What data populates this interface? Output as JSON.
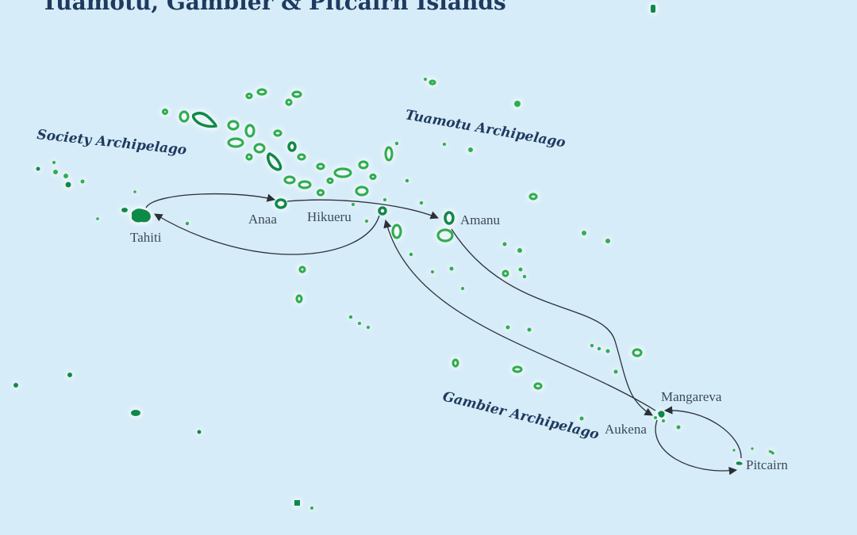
{
  "map": {
    "title": "Tuamotu, Gambier & Pitcairn Islands",
    "regions": {
      "society": "Society Archipelago",
      "tuamotu": "Tuamotu Archipelago",
      "gambier": "Gambier Archipelago"
    },
    "places": {
      "tahiti": "Tahiti",
      "anaa": "Anaa",
      "hikueru": "Hikueru",
      "amanu": "Amanu",
      "mangareva": "Mangareva",
      "aukena": "Aukena",
      "pitcairn": "Pitcairn"
    },
    "colors": {
      "ocean": "#d6ecf8",
      "land": "#2fae4f",
      "land_dark": "#0f8a46",
      "route": "#2b2f36",
      "label_dark": "#1f3a5f"
    }
  }
}
